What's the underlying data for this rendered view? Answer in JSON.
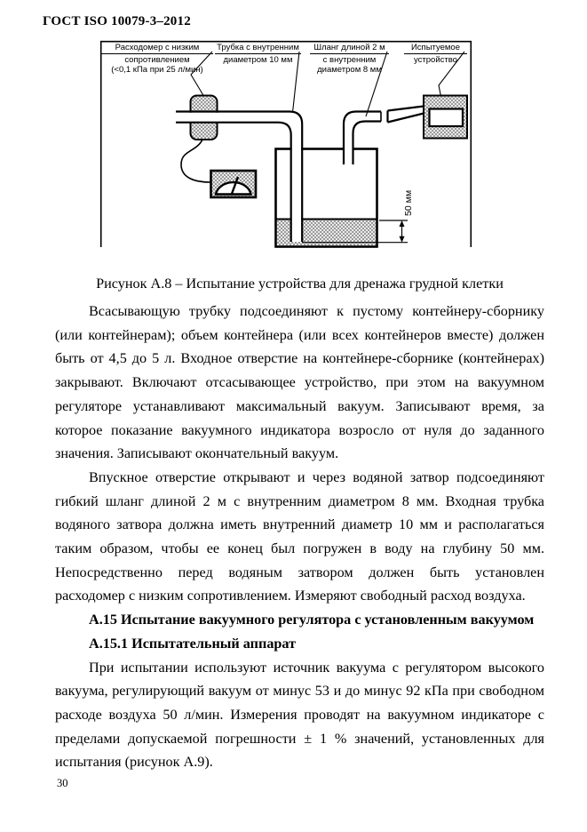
{
  "page": {
    "header": "ГОСТ ISO 10079-3–2012",
    "number": "30"
  },
  "figure": {
    "caption": "Рисунок А.8 – Испытание устройства для дренажа грудной клетки",
    "dimension_label": "50 мм",
    "labels": {
      "flowmeter": {
        "line1": "Расходомер с низким",
        "rest": "сопротивлением\n(<0,1 кПа при 25 л/мин)"
      },
      "tube": {
        "line1": "Трубка с внутренним",
        "rest": "диаметром 10 мм"
      },
      "hose": {
        "line1": "Шланг длиной 2 м",
        "rest": "с внутренним\nдиаметром 8 мм"
      },
      "device": {
        "line1": "Испытуемое",
        "rest": "устройство"
      }
    }
  },
  "content": {
    "para1": "Всасывающую трубку подсоединяют к пустому контейнеру-сборнику (или контейнерам); объем контейнера (или всех контейнеров вместе) должен быть от 4,5 до 5 л. Входное отверстие на контейнере-сборнике (контейнерах) закрывают. Включают отсасывающее устройство, при этом на вакуумном регуляторе устанавливают максимальный вакуум. Записывают время, за которое показание вакуумного индикатора возросло от нуля до заданного значения. Записывают окончательный вакуум.",
    "para2": "Впускное отверстие открывают и через водяной затвор подсоединяют гибкий шланг длиной 2 м с внутренним диаметром 8 мм. Входная трубка водяного затвора должна иметь внутренний диаметр 10 мм и располагаться таким образом, чтобы ее конец был погружен в воду на глубину 50 мм. Непосредственно перед водяным затвором должен быть установлен расходомер с низким сопротивлением. Измеряют свободный расход воздуха.",
    "heading_a15": "А.15 Испытание вакуумного регулятора с установленным вакуумом",
    "heading_a15_1": "А.15.1 Испытательный аппарат",
    "para3": "При испытании используют источник вакуума с регулятором высокого вакуума, регулирующий вакуум от минус 53 и до минус 92 кПа при свободном расходе воздуха 50 л/мин. Измерения проводят на вакуумном индикаторе с пределами допускаемой погрешности ± 1 % значений, установленных для испытания (рисунок А.9)."
  }
}
